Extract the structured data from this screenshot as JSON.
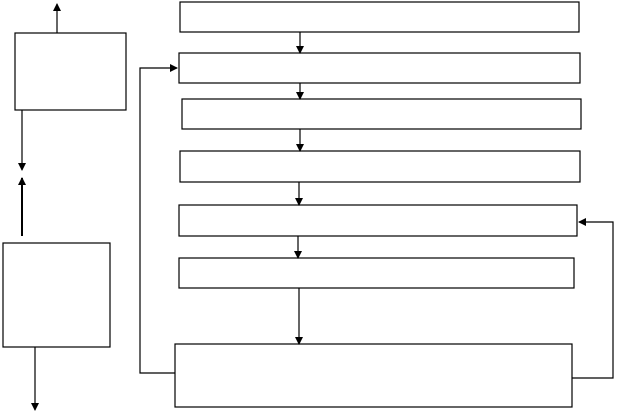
{
  "diagram": {
    "stroke_color": "#000000",
    "background_color": "#ffffff",
    "boxes": [
      "left-top-box",
      "left-bottom-box",
      "step-1-box",
      "step-2-box",
      "step-3-box",
      "step-4-box",
      "step-5-box",
      "step-6-box",
      "step-7-box"
    ],
    "arrows": [
      "step-1-to-step-2-arrow",
      "step-2-to-step-3-arrow",
      "step-3-to-step-4-arrow",
      "step-4-to-step-5-arrow",
      "step-5-to-step-6-arrow",
      "step-6-to-step-7-arrow",
      "step-7-to-step-2-loop-arrow",
      "step-7-to-step-5-loop-arrow",
      "left-top-up-arrow",
      "left-top-down-arrow",
      "left-bottom-up-arrow",
      "left-bottom-down-arrow"
    ]
  }
}
